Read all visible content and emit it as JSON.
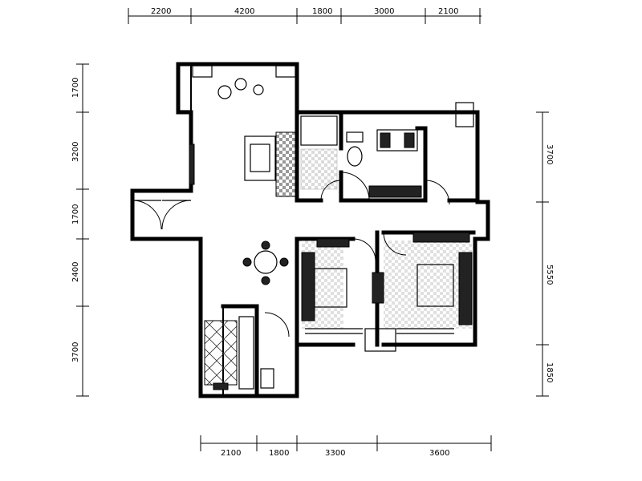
{
  "dimensions": {
    "top": [
      "2200",
      "4200",
      "1800",
      "3000",
      "2100"
    ],
    "bottom": [
      "2100",
      "1800",
      "3300",
      "3600"
    ],
    "left": [
      "1700",
      "3200",
      "1700",
      "2400",
      "3700"
    ],
    "right": [
      "3700",
      "5550",
      "1850"
    ]
  }
}
